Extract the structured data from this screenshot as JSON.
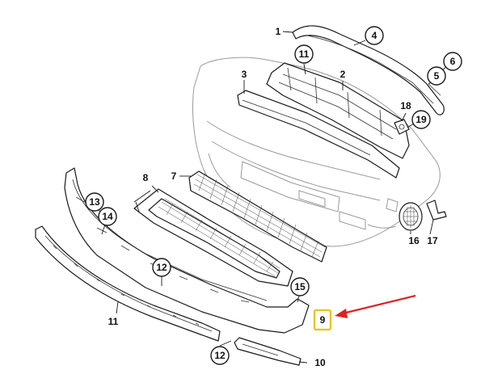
{
  "callouts": {
    "c1": "1",
    "c2": "2",
    "c3": "3",
    "c4": "4",
    "c5": "5",
    "c6": "6",
    "c7": "7",
    "c8": "8",
    "c9": "9",
    "c10": "10",
    "c11a": "11",
    "c11b": "11",
    "c12a": "12",
    "c12b": "12",
    "c13": "13",
    "c14": "14",
    "c15": "15",
    "c16": "16",
    "c17": "17",
    "c18": "18",
    "c19": "19"
  },
  "colors": {
    "highlight_box": "#e8c21a",
    "arrow": "#e02020"
  }
}
